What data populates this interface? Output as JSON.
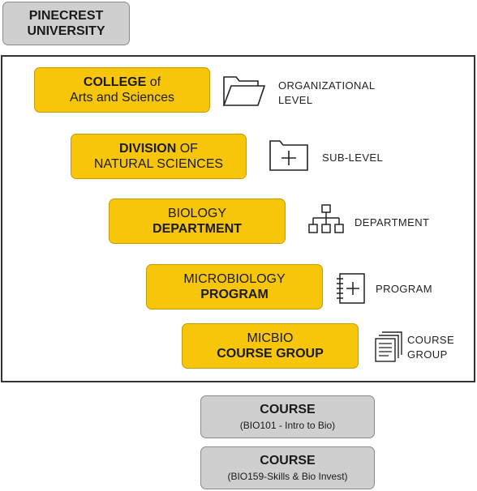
{
  "university": {
    "line1": "PINECREST",
    "line2": "UNIVERSITY"
  },
  "levels": [
    {
      "l1_a": "COLLEGE",
      "l1_b": " of",
      "l2": "Arts and Sciences",
      "icon": "folder-open-icon",
      "label1": "ORGANIZATIONAL",
      "label2": "LEVEL"
    },
    {
      "l1_a": "DIVISION",
      "l1_b": " OF",
      "l2": "NATURAL SCIENCES",
      "icon": "folder-plus-icon",
      "label1": "SUB-LEVEL"
    },
    {
      "l1": "BIOLOGY",
      "l2": "DEPARTMENT",
      "icon": "org-chart-icon",
      "label1": "DEPARTMENT"
    },
    {
      "l1": "MICROBIOLOGY",
      "l2": "PROGRAM",
      "icon": "notebook-plus-icon",
      "label1": "PROGRAM"
    },
    {
      "l1": "MICBIO",
      "l2": "COURSE GROUP",
      "icon": "documents-stack-icon",
      "label1": "COURSE",
      "label2": "GROUP"
    }
  ],
  "courses": [
    {
      "title": "COURSE",
      "subtitle": "(BIO101 - Intro to Bio)"
    },
    {
      "title": "COURSE",
      "subtitle": "(BIO159-Skills & Bio Invest)"
    }
  ],
  "colors": {
    "yellow": "#f7c60a",
    "gray": "#cfcfcf",
    "frame": "#333333"
  }
}
